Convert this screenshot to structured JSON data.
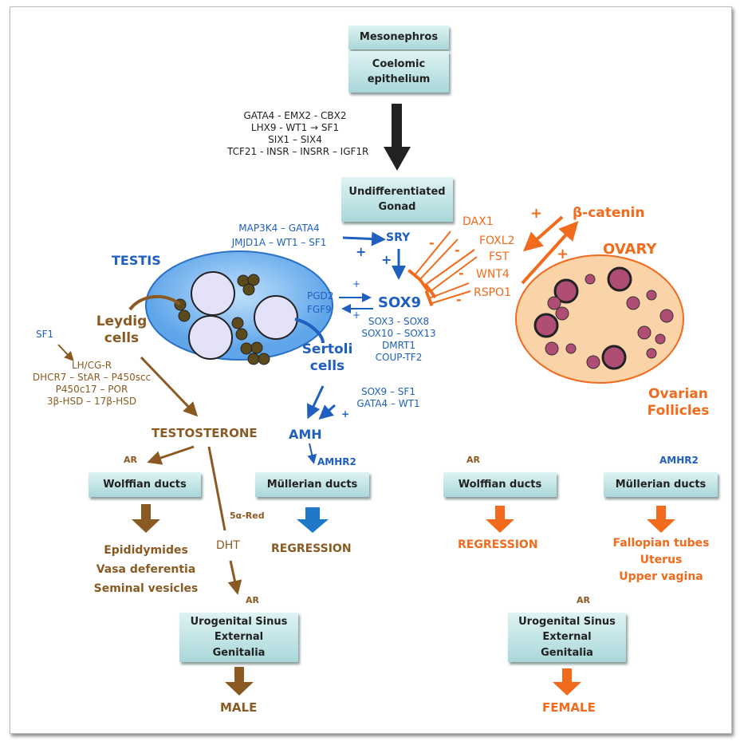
{
  "top": {
    "mesonephros": "Mesonephros",
    "coelomic": "Coelomic epithelium",
    "genes": [
      "GATA4 -  EMX2 - CBX2",
      "LHX9 - WT1 → SF1",
      "SIX1 – SIX4",
      "TCF21 - INSR – INSRR – IGF1R"
    ],
    "gonad": "Undifferentiated Gonad"
  },
  "testis": {
    "title": "TESTIS",
    "sry_inputs": [
      "MAP3K4 – GATA4",
      "JMJD1A – WT1 – SF1"
    ],
    "sry": "SRY",
    "sox9": "SOX9",
    "pgd2": "PGD2",
    "fgf9": "FGF9",
    "sox9_partners": [
      "SOX3 - SOX8",
      "SOX10 – SOX13",
      "DMRT1",
      "COUP-TF2"
    ],
    "leydig": "Leydig cells",
    "sertoli": "Sertoli cells",
    "sf1": "SF1",
    "steroid_genes": [
      "LH/CG-R",
      "DHCR7 – StAR – P450scc",
      "P450c17 – POR",
      "3β-HSD – 17β-HSD"
    ],
    "amh_inputs": [
      "SOX9 – SF1",
      "GATA4 – WT1"
    ],
    "amh": "AMH",
    "testosterone": "TESTOSTERONE",
    "plus": "+",
    "five_alpha": "5α-Red",
    "dht": "DHT"
  },
  "male": {
    "ar1": "AR",
    "wolffian": "Wolffian ducts",
    "wolffian_derivs": [
      "Epididymides",
      "Vasa deferentia",
      "Seminal vesicles"
    ],
    "amhr2": "AMHR2",
    "mullerian": "Müllerian ducts",
    "regression": "REGRESSION",
    "ar2": "AR",
    "urogenital": "Urogenital Sinus External Genitalia",
    "outcome": "MALE"
  },
  "ovary": {
    "title": "OVARY",
    "bcatenin": "β-catenin",
    "factors": [
      "DAX1",
      "FOXL2",
      "FST",
      "WNT4",
      "RSPO1"
    ],
    "minus": "-",
    "plus": "+",
    "follicles": "Ovarian Follicles"
  },
  "female": {
    "ar1": "AR",
    "wolffian": "Wolffian ducts",
    "regression": "REGRESSION",
    "amhr2": "AMHR2",
    "mullerian": "Müllerian ducts",
    "mullerian_derivs": [
      "Fallopian tubes",
      "Uterus",
      "Upper vagina"
    ],
    "ar2": "AR",
    "urogenital": "Urogenital Sinus External Genitalia",
    "outcome": "FEMALE"
  },
  "colors": {
    "brown": "#8a5a22",
    "blue": "#1f5fbf",
    "orange": "#f26a1b",
    "box": "#bfe4e6"
  }
}
